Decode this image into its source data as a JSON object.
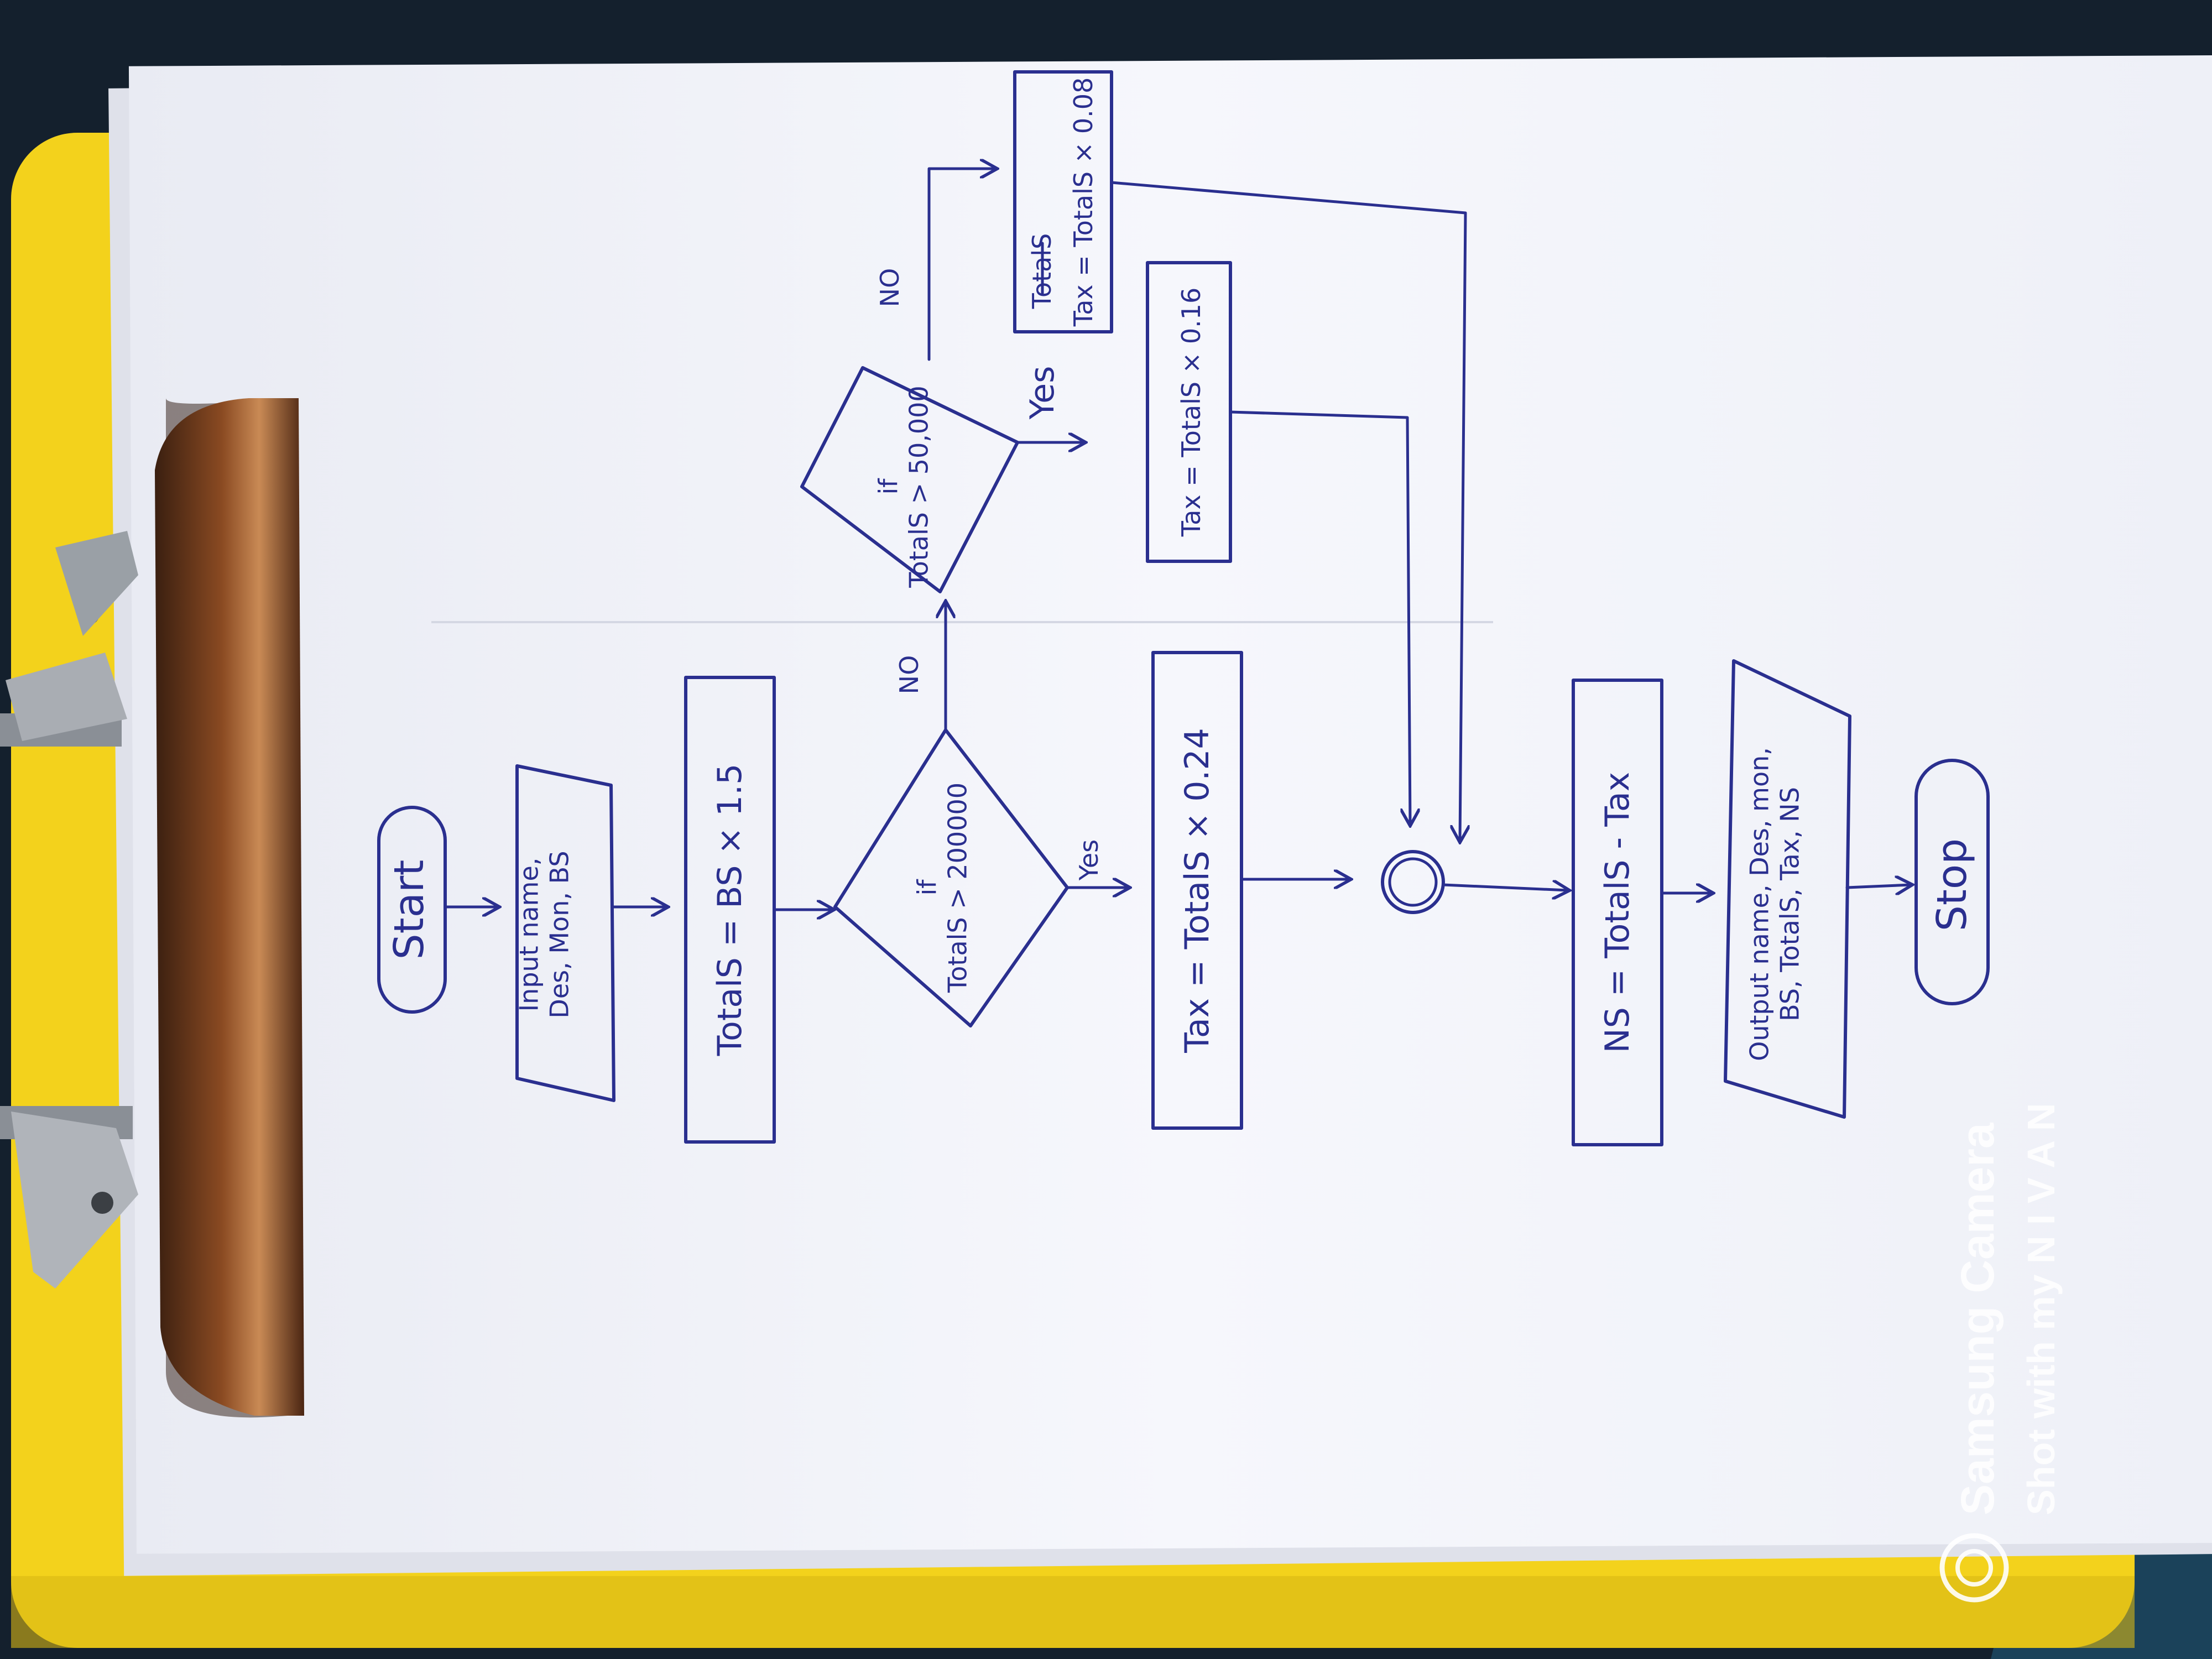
{
  "diagram": {
    "start": "Start",
    "input": "Input  name,\nDes, Mon, BS",
    "process_totals": "TotalS = BS × 1.5",
    "decision1": "if\nTotalS > 200000",
    "decision1_yes": "Yes",
    "decision1_no": "NO",
    "process_tax1": "Tax = TotalS × 0.24",
    "decision2": "if\nTotalS > 50,000",
    "decision2_yes": "Yes",
    "decision2_no": "NO",
    "process_tax2": "Tax = TotalS × 0.16",
    "process_tax3_struck": "TotalS",
    "process_tax3": "Tax = TotalS × 0.08",
    "process_ns": "NS = TotalS - Tax",
    "output": "Output  name, Des, mon,\nBS, TotalS, Tax, NS",
    "stop": "Stop"
  },
  "watermark": {
    "brand": "Samsung Camera",
    "shot_by": "Shot with my N I V A N"
  },
  "colors": {
    "ink": "#2a2f8f",
    "paper": "#f4f5fb",
    "clipboard": "#f3d21c",
    "clip_metal": "#6b3a1c"
  }
}
